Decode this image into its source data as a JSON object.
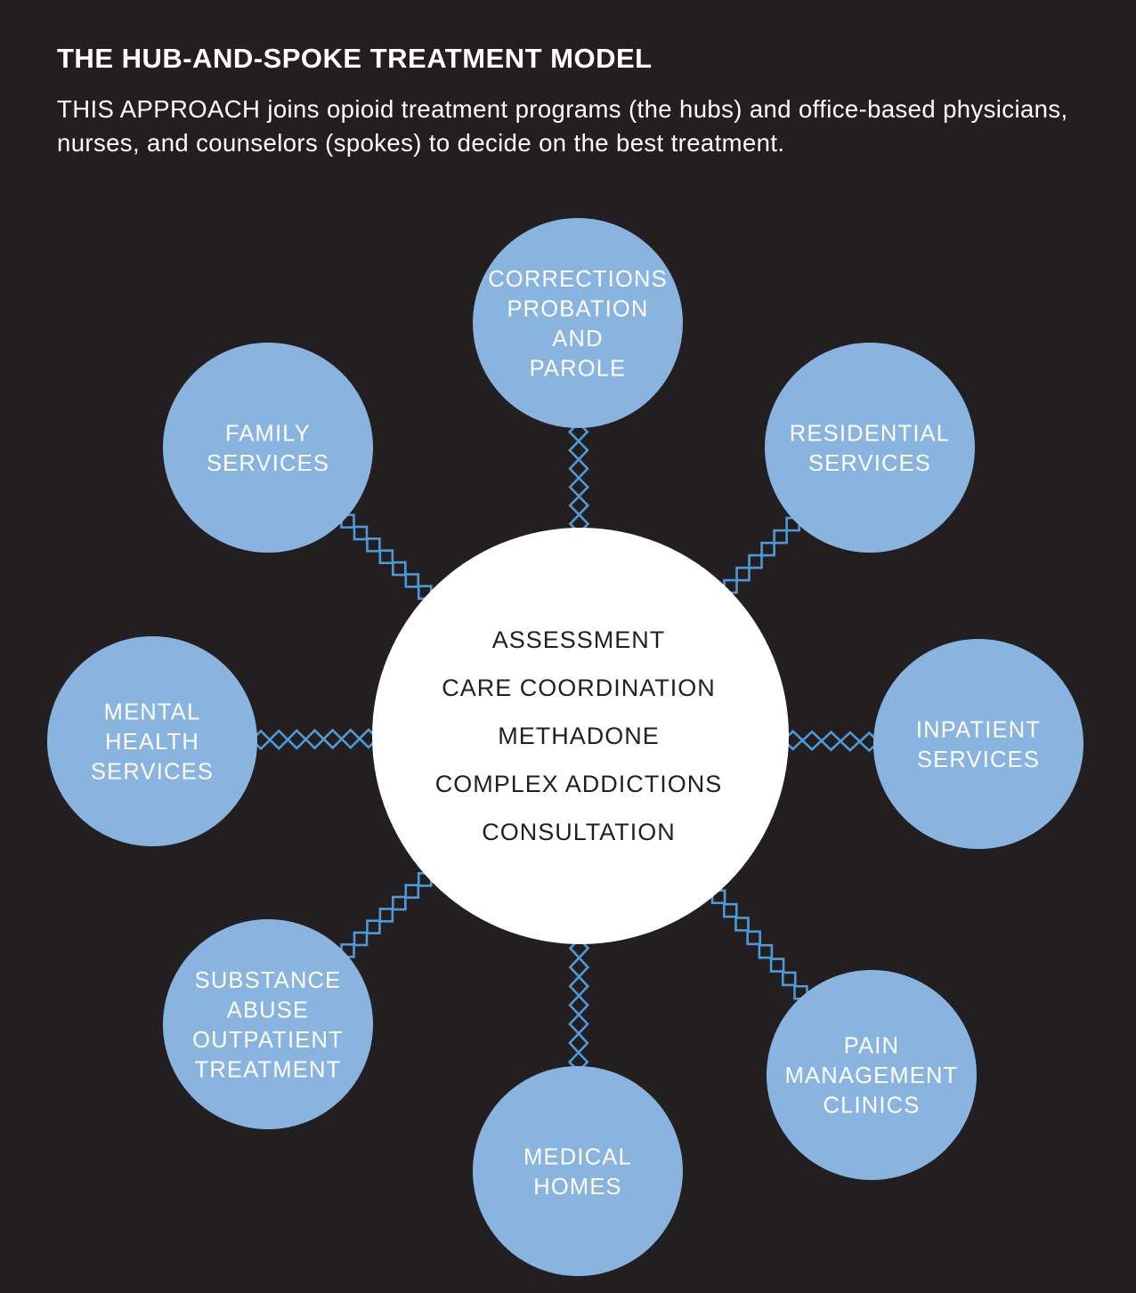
{
  "header": {
    "title": "THE HUB-AND-SPOKE TREATMENT MODEL",
    "subtitle": "THIS APPROACH joins opioid treatment programs (the hubs) and office-based physicians, nurses, and counselors (spokes) to decide on the best treatment."
  },
  "colors": {
    "background": "#231f20",
    "spoke_fill": "#8ab4e0",
    "connector": "#4f9ad6",
    "hub_fill": "#ffffff",
    "hub_text": "#231f20",
    "spoke_text": "#ffffff"
  },
  "hub": {
    "label": "hub",
    "lines": [
      "ASSESSMENT",
      "CARE COORDINATION",
      "METHADONE",
      "COMPLEX ADDICTIONS",
      "CONSULTATION"
    ]
  },
  "spokes": [
    {
      "id": "corrections",
      "position": "top",
      "lines": [
        "CORRECTIONS",
        "PROBATION",
        "AND",
        "PAROLE"
      ]
    },
    {
      "id": "residential",
      "position": "top-right",
      "lines": [
        "RESIDENTIAL",
        "SERVICES"
      ]
    },
    {
      "id": "inpatient",
      "position": "right",
      "lines": [
        "INPATIENT",
        "SERVICES"
      ]
    },
    {
      "id": "pain-management",
      "position": "bottom-right",
      "lines": [
        "PAIN",
        "MANAGEMENT",
        "CLINICS"
      ]
    },
    {
      "id": "medical-homes",
      "position": "bottom",
      "lines": [
        "MEDICAL",
        "HOMES"
      ]
    },
    {
      "id": "substance-abuse",
      "position": "bottom-left",
      "lines": [
        "SUBSTANCE",
        "ABUSE",
        "OUTPATIENT",
        "TREATMENT"
      ]
    },
    {
      "id": "mental-health",
      "position": "left",
      "lines": [
        "MENTAL",
        "HEALTH",
        "SERVICES"
      ]
    },
    {
      "id": "family",
      "position": "top-left",
      "lines": [
        "FAMILY",
        "SERVICES"
      ]
    }
  ]
}
